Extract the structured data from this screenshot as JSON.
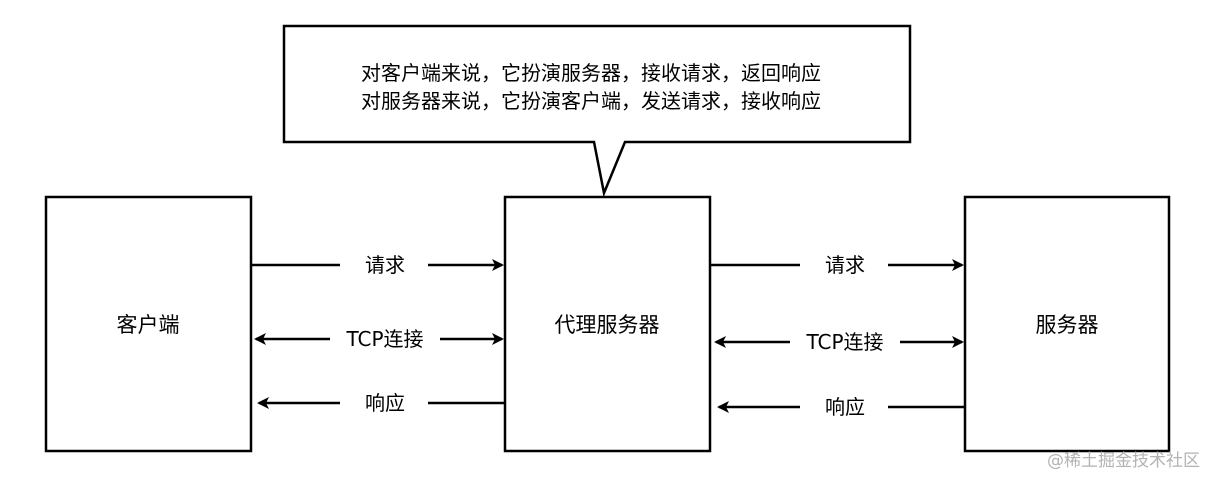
{
  "nodes": {
    "client": {
      "label": "客户端"
    },
    "proxy": {
      "label": "代理服务器"
    },
    "server": {
      "label": "服务器"
    }
  },
  "connections": {
    "left": {
      "request": "请求",
      "tcp": "TCP连接",
      "response": "响应"
    },
    "right": {
      "request": "请求",
      "tcp": "TCP连接",
      "response": "响应"
    }
  },
  "callout": {
    "line1": "对客户端来说，它扮演服务器，接收请求，返回响应",
    "line2": "对服务器来说，它扮演客户端，发送请求，接收响应"
  },
  "watermark": "@稀土掘金技术社区",
  "colors": {
    "stroke": "#000000",
    "background": "#ffffff",
    "watermark": "#b3b3b3"
  }
}
